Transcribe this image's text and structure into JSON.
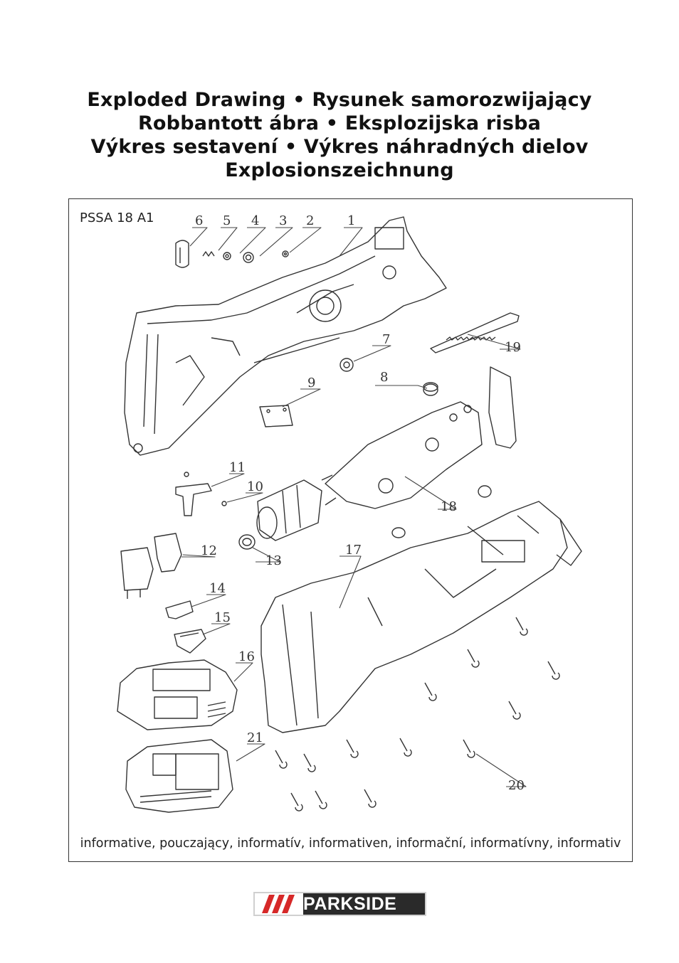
{
  "heading": {
    "line1": "Exploded Drawing • Rysunek samorozwijający",
    "line2": "Robbantott ábra • Eksplozijska risba",
    "line3": "Výkres sestavení • Výkres náhradných dielov",
    "line4": "Explosionszeichnung"
  },
  "model": "PSSA 18 A1",
  "part_numbers": [
    "1",
    "2",
    "3",
    "4",
    "5",
    "6",
    "7",
    "8",
    "9",
    "10",
    "11",
    "12",
    "13",
    "14",
    "15",
    "16",
    "17",
    "18",
    "19",
    "20",
    "21"
  ],
  "footnote": "informative, pouczający, informatív, informativen, informační, informatívny, informativ",
  "logo": {
    "text": "PARKSIDE",
    "accent": "#d62828",
    "background": "#2a2a2a"
  }
}
